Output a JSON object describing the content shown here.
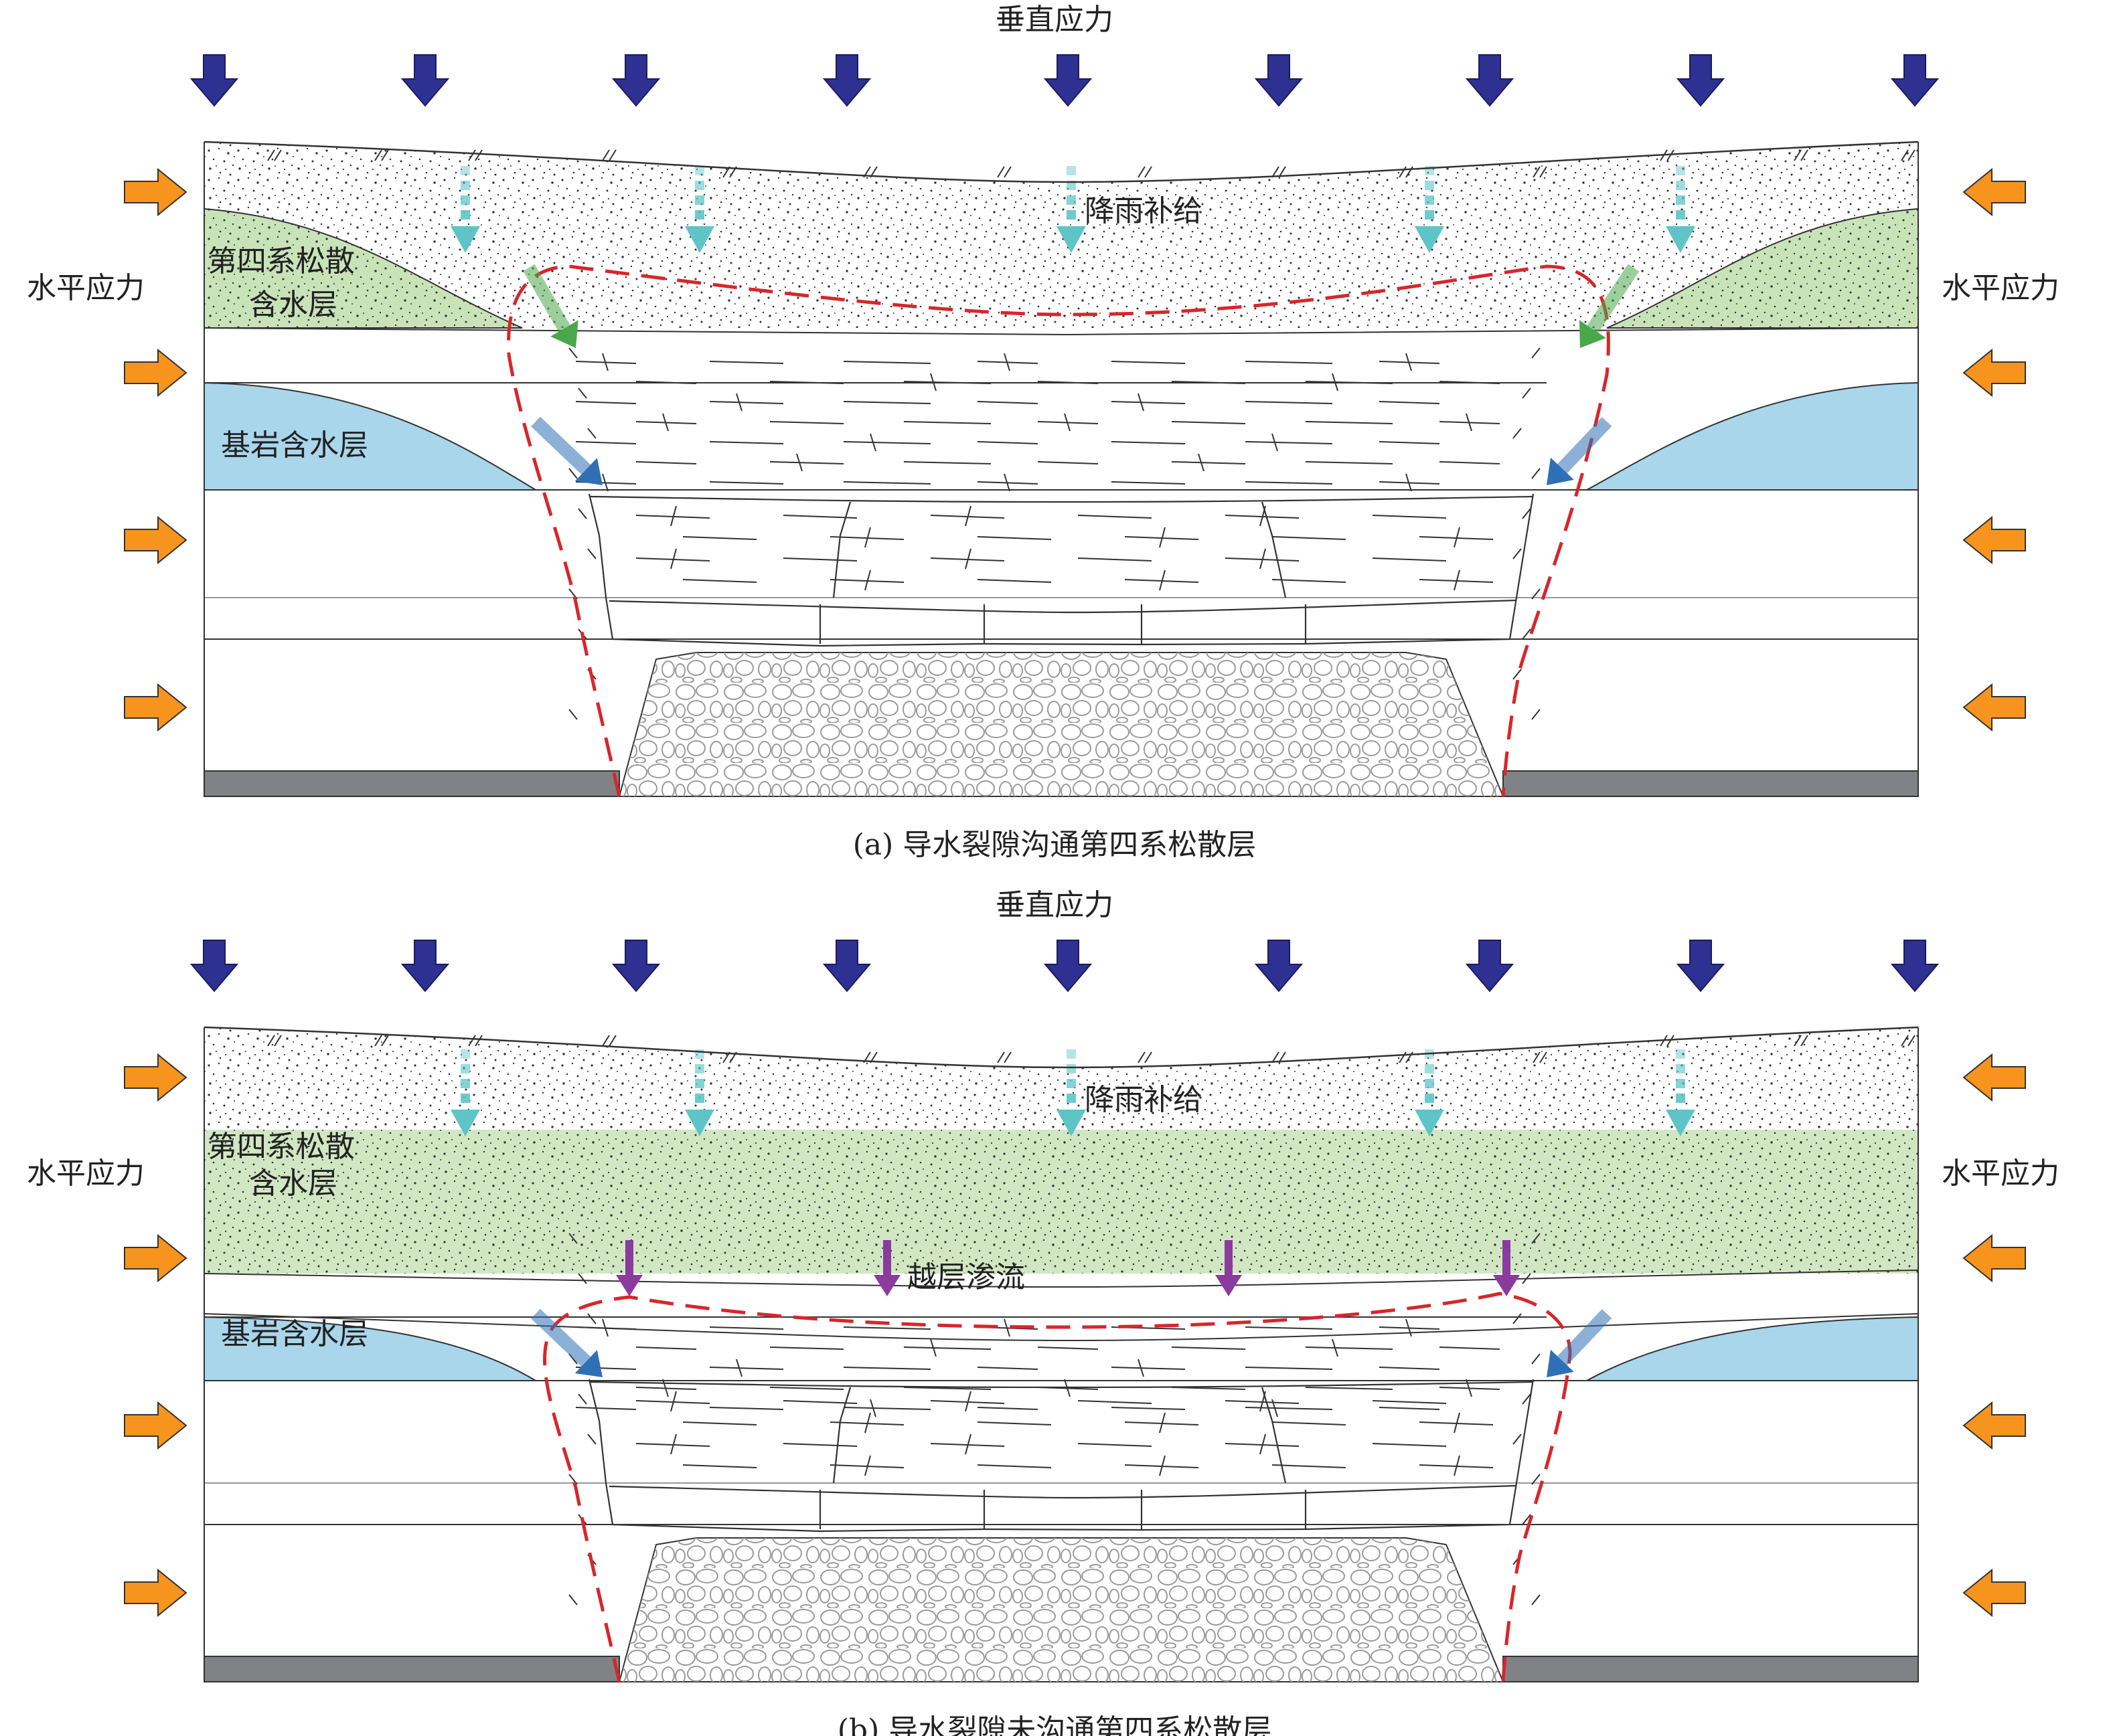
{
  "panels": [
    {
      "id": "a",
      "caption": "(a) 导水裂隙沟通第四系松散层",
      "labels": {
        "vertical_stress": "垂直应力",
        "horizontal_stress_left": "水平应力",
        "horizontal_stress_right": "水平应力",
        "rainfall": "降雨补给",
        "quaternary_line1": "第四系松散",
        "quaternary_line2": "含水层",
        "bedrock": "基岩含水层"
      }
    },
    {
      "id": "b",
      "caption": "(b) 导水裂隙未沟通第四系松散层",
      "labels": {
        "vertical_stress": "垂直应力",
        "horizontal_stress_left": "水平应力",
        "horizontal_stress_right": "水平应力",
        "rainfall": "降雨补给",
        "quaternary_line1": "第四系松散",
        "quaternary_line2": "含水层",
        "bedrock": "基岩含水层",
        "leakage": "越层渗流"
      }
    }
  ],
  "colors": {
    "vertical_arrow": "#2e3192",
    "horizontal_arrow": "#f7941d",
    "rain_arrow": "#5ec4c8",
    "quaternary_aquifer": "#c9e3b9",
    "bedrock_aquifer": "#a9d6ea",
    "fracture_boundary": "#d7262b",
    "leakage_arrow": "#8b3a9e",
    "coal_seam": "#808285",
    "green_flow": "#4aa84a",
    "blue_flow": "#2f6fb5"
  }
}
